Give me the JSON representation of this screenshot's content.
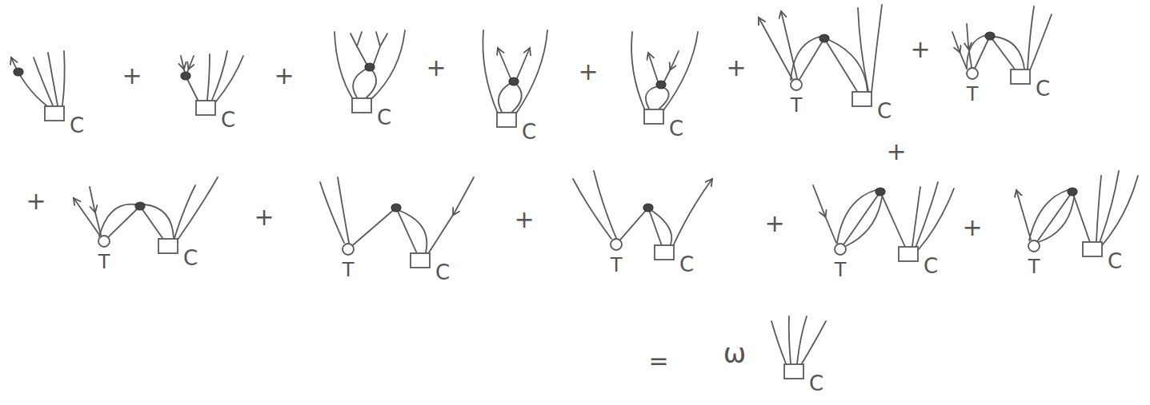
{
  "diagram": {
    "nodes": [
      {
        "text": [
          "C"
        ]
      },
      {
        "text": [
          "C"
        ]
      },
      {
        "text": [
          "C"
        ]
      },
      {
        "text": [
          "C"
        ]
      },
      {
        "text": [
          "C"
        ]
      },
      {
        "text": [
          "T"
        ]
      },
      {
        "text": [
          "C"
        ]
      },
      {
        "text": [
          "T"
        ]
      },
      {
        "text": [
          "C"
        ]
      },
      {
        "text": [
          "T"
        ]
      },
      {
        "text": [
          "C"
        ]
      },
      {
        "text": [
          "T"
        ]
      },
      {
        "text": [
          "C"
        ]
      },
      {
        "text": [
          "T"
        ]
      },
      {
        "text": [
          "C"
        ]
      },
      {
        "text": [
          "T"
        ]
      },
      {
        "text": [
          "C"
        ]
      },
      {
        "text": [
          "T"
        ]
      },
      {
        "text": [
          "C"
        ]
      },
      {
        "text": [
          "C"
        ]
      }
    ],
    "edges": [
      {
        "from": 5,
        "to": 6,
        "arrow": "none"
      },
      {
        "from": 7,
        "to": 8,
        "arrow": "none"
      },
      {
        "from": 9,
        "to": 10,
        "arrow": "none"
      },
      {
        "from": 11,
        "to": 12,
        "arrow": "none"
      },
      {
        "from": 13,
        "to": 14,
        "arrow": "none"
      },
      {
        "from": 15,
        "to": 16,
        "arrow": "none"
      },
      {
        "from": 17,
        "to": 18,
        "arrow": "none"
      }
    ],
    "labels": [
      "+",
      "+",
      "+",
      "+",
      "+",
      "+",
      "+",
      "+",
      "+",
      "+",
      "+",
      "+",
      "=",
      "ω"
    ]
  }
}
